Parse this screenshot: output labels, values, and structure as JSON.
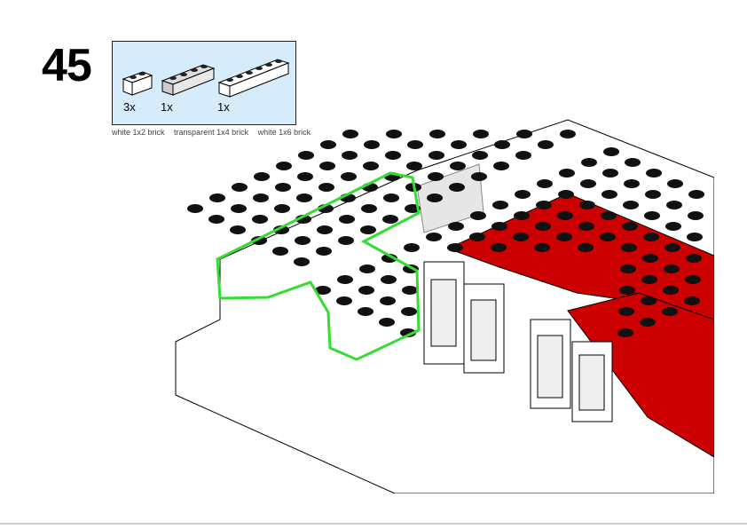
{
  "step": {
    "number": "45"
  },
  "parts": [
    {
      "name": "white 1x2 brick",
      "quantity": "3x"
    },
    {
      "name": "transparent 1x4 brick",
      "quantity": "1x"
    },
    {
      "name": "white 1x6 brick",
      "quantity": "1x"
    }
  ],
  "colors": {
    "highlight": "#33dd33",
    "red": "#cc0000",
    "panel": "#d6ecfb"
  }
}
